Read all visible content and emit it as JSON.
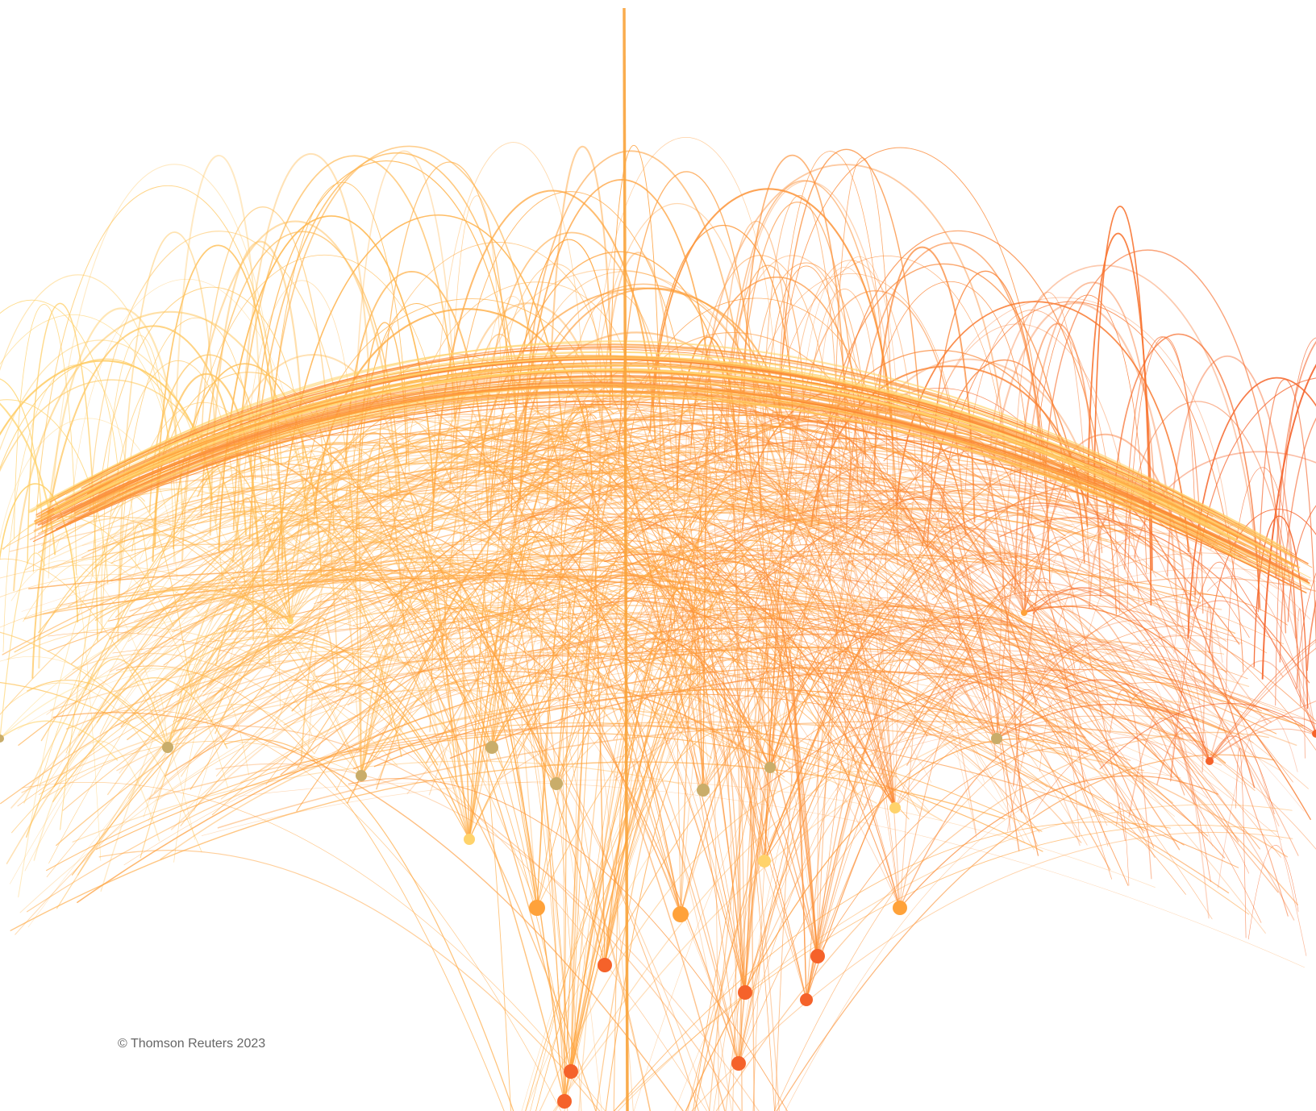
{
  "credit": {
    "text": "© Thomson Reuters 2023"
  },
  "palette": {
    "light": "#ffd36b",
    "mid": "#ffa23a",
    "deep": "#f5622a",
    "muted_node": "#c9ad6a",
    "background": "#ffffff"
  },
  "graphic": {
    "type": "arc network",
    "arc_count_approx": 900,
    "node_count": 25
  }
}
